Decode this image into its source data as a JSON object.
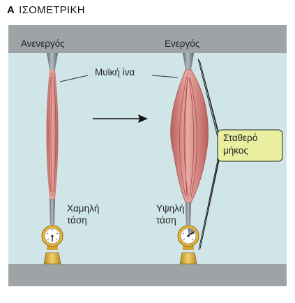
{
  "title": {
    "letter": "A",
    "text": "ΙΣΟΜΕΤΡΙΚΗ"
  },
  "left": {
    "state": "Ανενεργός",
    "tension_line1": "Χαμηλή",
    "tension_line2": "τάση"
  },
  "right": {
    "state": "Ενεργός",
    "tension_line1": "Υψηλή",
    "tension_line2": "τάση"
  },
  "fiber_label": "Μυϊκή ίνα",
  "callout": {
    "line1": "Σταθερό",
    "line2": "μήκος"
  },
  "colors": {
    "background": "#cfe5e8",
    "plate": "#9ea3a5",
    "muscle": "#d98b87",
    "tendon": "#8a9096",
    "gauge_ring": "#e7b634",
    "callout_fill": "#e9ef9f",
    "arrow": "#111111"
  }
}
